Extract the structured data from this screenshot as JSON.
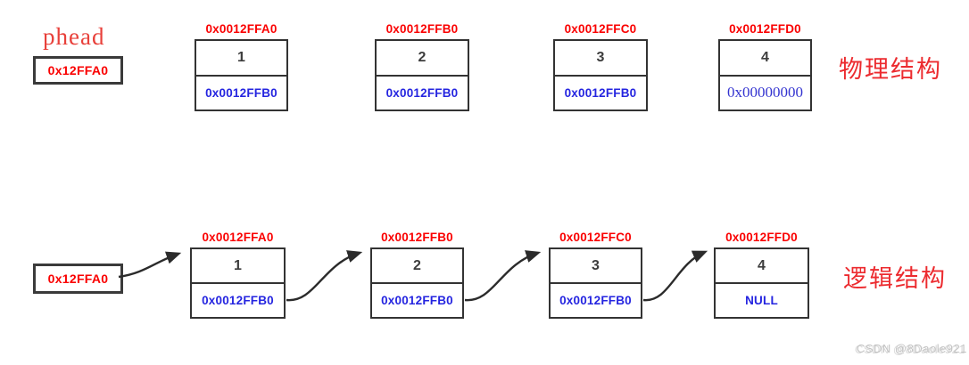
{
  "colors": {
    "address_red": "#fa0000",
    "pointer_blue": "#2525e0",
    "label_red": "#ec2b2f",
    "box_border": "#333333",
    "arrow": "#2b2b2b",
    "watermark_gray": "#c3c3c3"
  },
  "physical": {
    "section_label": "物理结构",
    "phead": {
      "label": "phead",
      "value": "0x12FFA0"
    },
    "nodes": [
      {
        "address": "0x0012FFA0",
        "value": "1",
        "next": "0x0012FFB0"
      },
      {
        "address": "0x0012FFB0",
        "value": "2",
        "next": "0x0012FFB0"
      },
      {
        "address": "0x0012FFC0",
        "value": "3",
        "next": "0x0012FFB0"
      },
      {
        "address": "0x0012FFD0",
        "value": "4",
        "next": "0x00000000"
      }
    ]
  },
  "logical": {
    "section_label": "逻辑结构",
    "phead": {
      "value": "0x12FFA0"
    },
    "nodes": [
      {
        "address": "0x0012FFA0",
        "value": "1",
        "next": "0x0012FFB0"
      },
      {
        "address": "0x0012FFB0",
        "value": "2",
        "next": "0x0012FFB0"
      },
      {
        "address": "0x0012FFC0",
        "value": "3",
        "next": "0x0012FFB0"
      },
      {
        "address": "0x0012FFD0",
        "value": "4",
        "next": "NULL"
      }
    ]
  },
  "watermark": "CSDN @8Daole921"
}
